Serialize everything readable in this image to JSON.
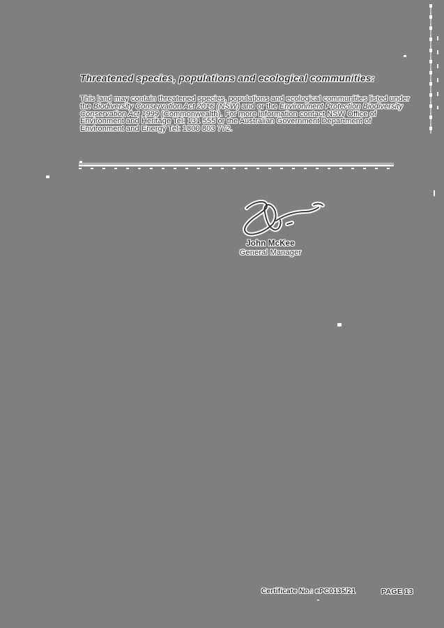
{
  "document": {
    "heading": "Threatened species, populations and ecological communities:",
    "body_lines": [
      [
        {
          "text": "This land may contain threatened species, populations and ecological communities listed under",
          "italic": false
        }
      ],
      [
        {
          "text": "the ",
          "italic": false
        },
        {
          "text": "Biodiversity Conservation Act 2016 (NSW)",
          "italic": true
        },
        {
          "text": " and or the ",
          "italic": false
        },
        {
          "text": "Environment Protection Biodiversity",
          "italic": true
        }
      ],
      [
        {
          "text": "Conservation Act 1999",
          "italic": true
        },
        {
          "text": " (Commonwealth). For more information contact NSW Office of",
          "italic": false
        }
      ],
      [
        {
          "text": "Environment and Heritage Tel: 131 555 or the Australian Government Department of",
          "italic": false
        }
      ],
      [
        {
          "text": "Environment and Energy Tel: 1800 803 772.",
          "italic": false
        }
      ]
    ],
    "signatory": {
      "name": "John McKee",
      "title": "General Manager"
    },
    "footer": {
      "certificate_no": "Certificate No.: ePC0135/21",
      "page": "PAGE 13"
    },
    "colors": {
      "page_background": "#7f7f7f",
      "ink": "#303030",
      "halo": "#ffffff"
    }
  }
}
